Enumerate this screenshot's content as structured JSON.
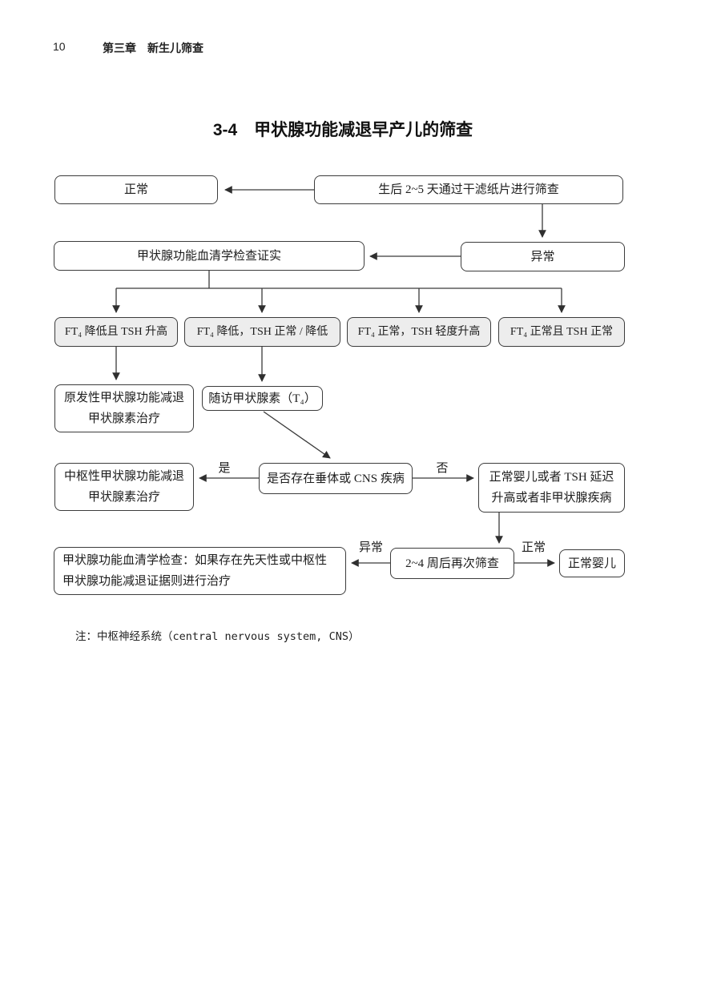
{
  "page": {
    "page_number": "10",
    "chapter_header": "第三章　新生儿筛查",
    "figure_title": "3-4　甲状腺功能减退早产儿的筛查",
    "note": "注：中枢神经系统（central nervous system, CNS）"
  },
  "flowchart": {
    "nodes": {
      "normal_result": "正常",
      "screening": "生后 2~5 天通过干滤纸片进行筛查",
      "serum_confirm": "甲状腺功能血清学检查证实",
      "abnormal_result": "异常",
      "ft4_low_tsh_high": "FT₄ 降低且 TSH 升高",
      "ft4_low_tsh_normal_or_low": "FT₄ 降低，TSH 正常 / 降低",
      "ft4_normal_tsh_mild_high": "FT₄ 正常，TSH 轻度升高",
      "ft4_normal_tsh_normal": "FT₄ 正常且 TSH 正常",
      "primary_hypothyroidism": "原发性甲状腺功能减退\n甲状腺素治疗",
      "follow_up_t4": "随访甲状腺素（T₄）",
      "central_hypothyroidism": "中枢性甲状腺功能减退\n甲状腺素治疗",
      "pituitary_cns_question": "是否存在垂体或 CNS 疾病",
      "normal_or_delayed_tsh": "正常婴儿或者 TSH 延迟\n升高或者非甲状腺疾病",
      "serum_check_treat": "甲状腺功能血清学检查：如果存在先天性或中枢性\n甲状腺功能减退证据则进行治疗",
      "rescreen_2_4_weeks": "2~4 周后再次筛查",
      "normal_infant": "正常婴儿"
    },
    "edge_labels": {
      "yes": "是",
      "no": "否",
      "abnormal": "异常",
      "normal": "正常"
    },
    "colors": {
      "line": "#3a3a3a",
      "result_box_fill": "#ededed",
      "box_border": "#3c3c3c"
    }
  }
}
